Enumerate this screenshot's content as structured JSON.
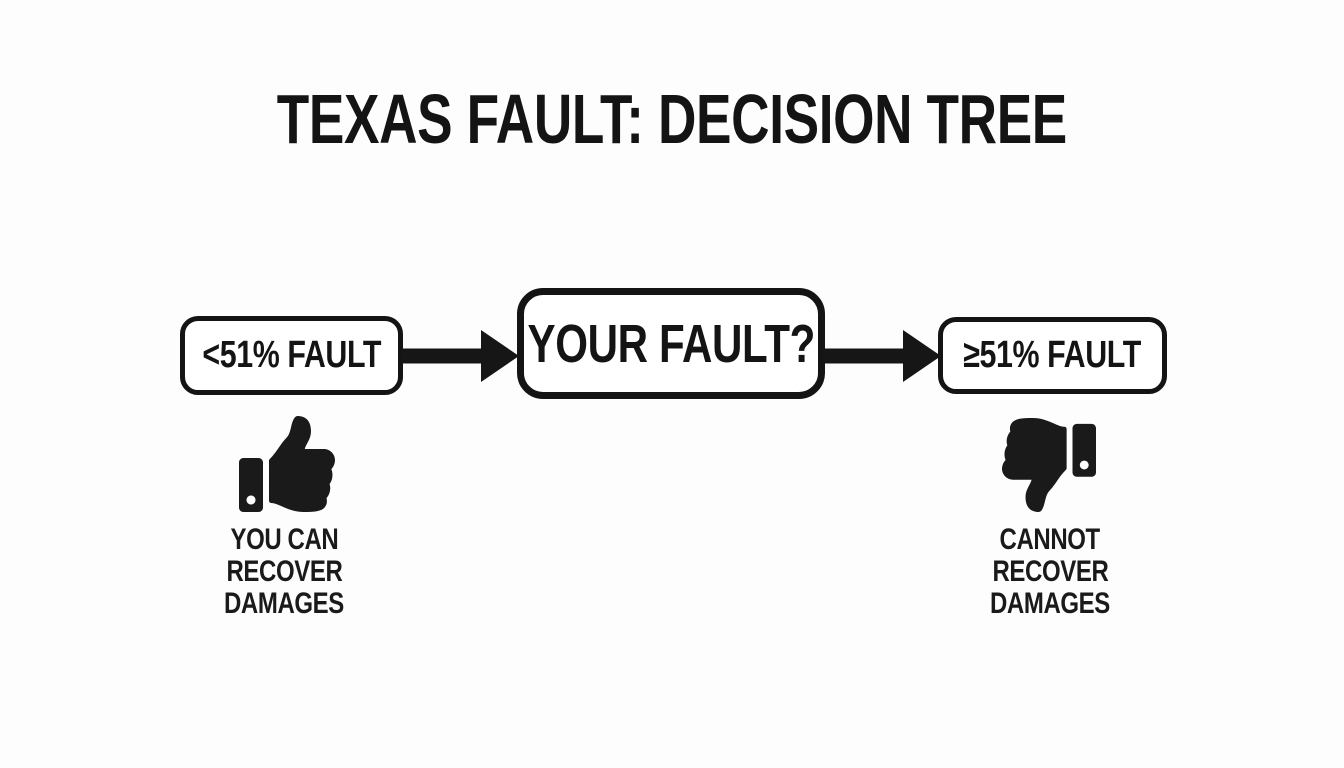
{
  "colors": {
    "background": "#fdfdfd",
    "ink": "#161616"
  },
  "title": "TEXAS FAULT: DECISION TREE",
  "tree": {
    "left_node": {
      "label": "<51% FAULT"
    },
    "center_node": {
      "label": "YOUR FAULT?"
    },
    "right_node": {
      "label": "≥51% FAULT"
    },
    "arrows": [
      {
        "from": "less-than-51-fault",
        "to": "your-fault",
        "direction": "right"
      },
      {
        "from": "your-fault",
        "to": "at-least-51-fault",
        "direction": "right"
      }
    ],
    "outcomes": {
      "left": {
        "icon": "thumbs-up-icon",
        "lines": [
          "YOU CAN",
          "RECOVER",
          "DAMAGES"
        ]
      },
      "right": {
        "icon": "thumbs-down-icon",
        "lines": [
          "CANNOT",
          "RECOVER",
          "DAMAGES"
        ]
      }
    }
  }
}
